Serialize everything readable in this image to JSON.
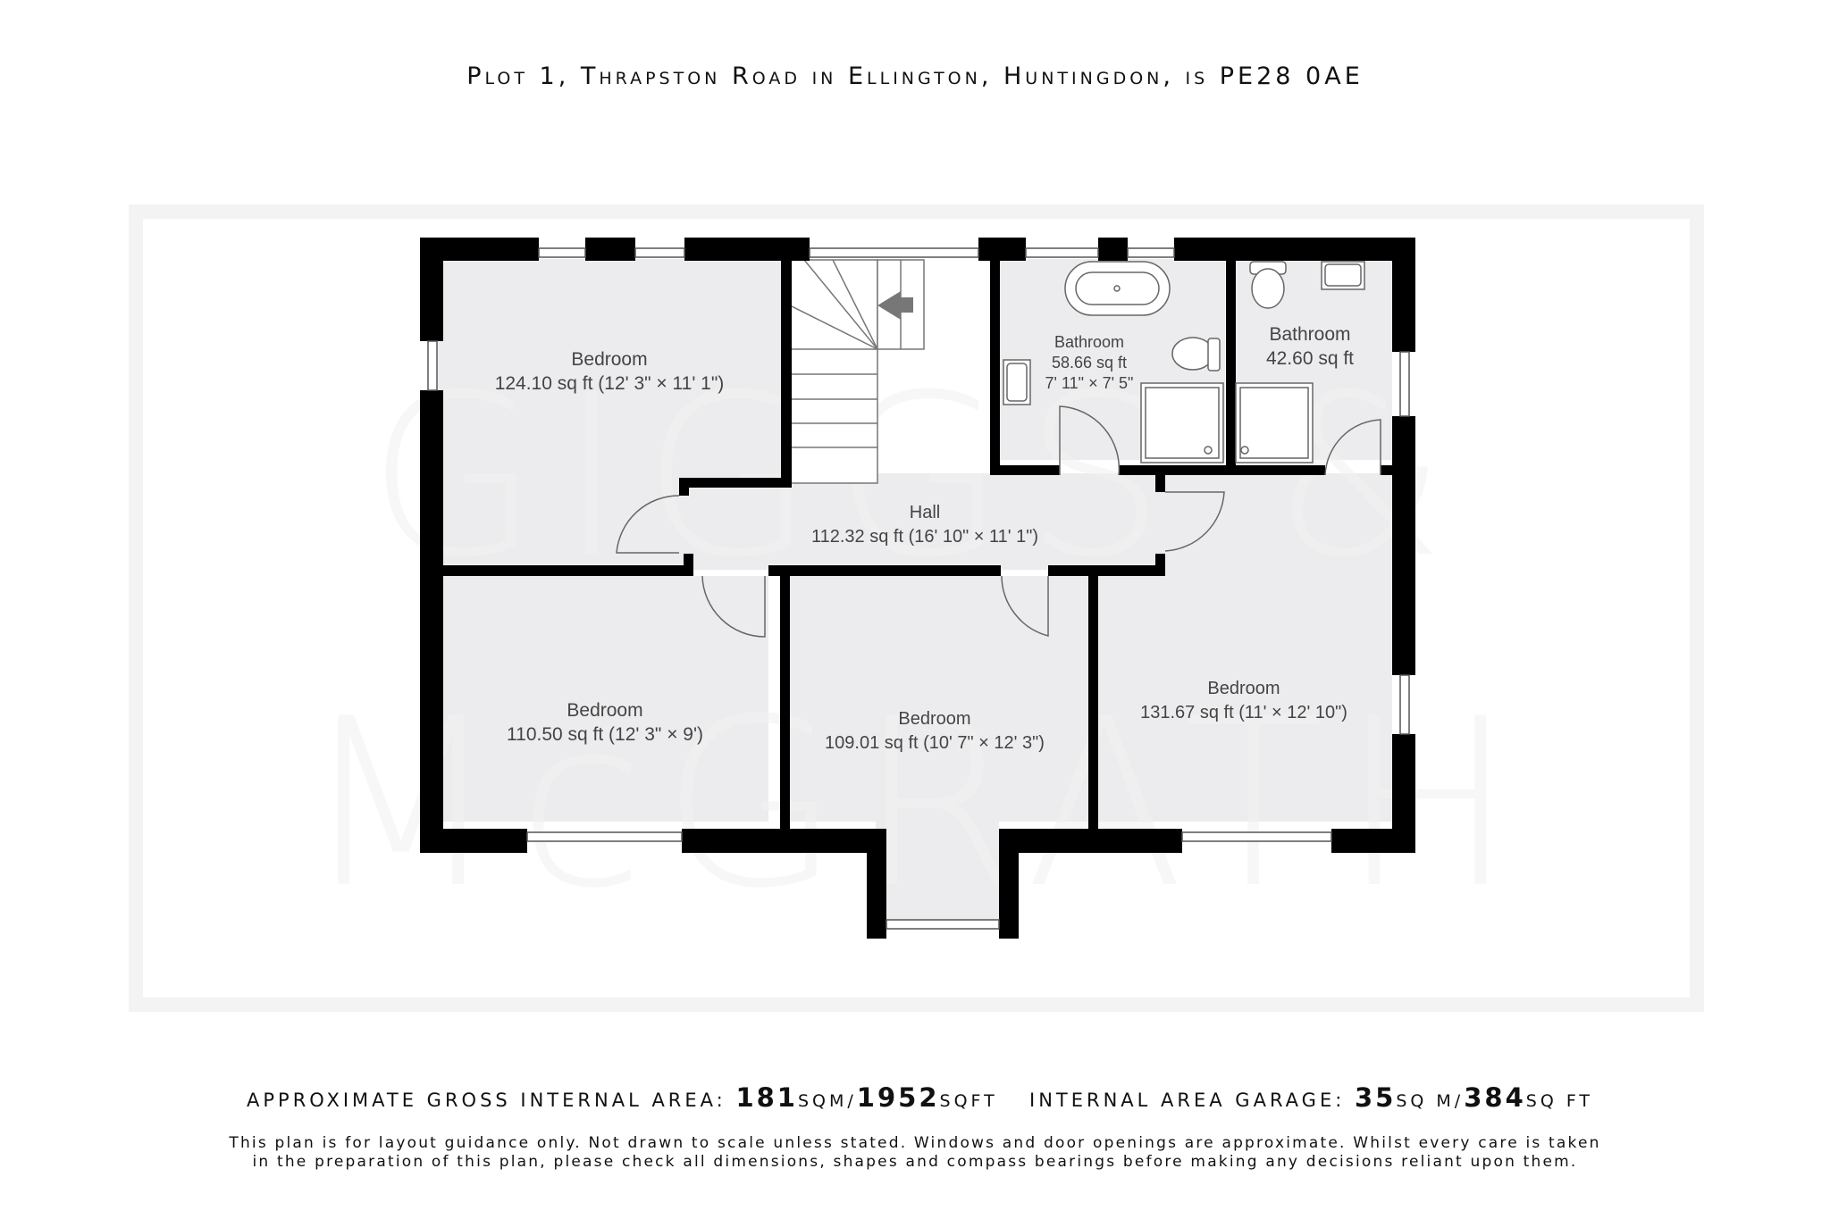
{
  "header": {
    "title": "Plot 1, Thrapston Road in Ellington, Huntingdon, is PE28 0AE"
  },
  "watermark": {
    "line1": "GIGGS &",
    "line2": "McGRATH"
  },
  "rooms": [
    {
      "name": "Bedroom",
      "area": "124.10 sq ft (12' 3\" × 11' 1\")"
    },
    {
      "name": "Bathroom",
      "area": "58.66 sq ft",
      "dims": "7' 11\" × 7' 5\""
    },
    {
      "name": "Bathroom",
      "area": "42.60 sq ft"
    },
    {
      "name": "Hall",
      "area": "112.32 sq ft (16' 10\" × 11' 1\")"
    },
    {
      "name": "Bedroom",
      "area": "110.50 sq ft (12' 3\" × 9')"
    },
    {
      "name": "Bedroom",
      "area": "109.01 sq ft (10' 7\" × 12' 3\")"
    },
    {
      "name": "Bedroom",
      "area": "131.67 sq ft (11' × 12' 10\")"
    }
  ],
  "areas": {
    "gross_label": "approximate gross internal area:",
    "gross_sqm": "181",
    "gross_sqm_unit": "sqm/",
    "gross_sqft": "1952",
    "gross_sqft_unit": "sqft",
    "garage_label": "internal area garage:",
    "garage_sqm": "35",
    "garage_sqm_unit": "sq m/",
    "garage_sqft": "384",
    "garage_sqft_unit": "sq ft"
  },
  "disclaimer": {
    "line1": "This plan is for layout guidance only. Not drawn to scale unless stated. Windows and door openings are approximate. Whilst every care is taken",
    "line2": "in the preparation of this plan, please check all dimensions, shapes and compass bearings before making any decisions reliant upon them."
  },
  "colors": {
    "wall": "#000000",
    "floor": "#ececee",
    "label": "#444444",
    "watermark": "#f2f2f2"
  }
}
